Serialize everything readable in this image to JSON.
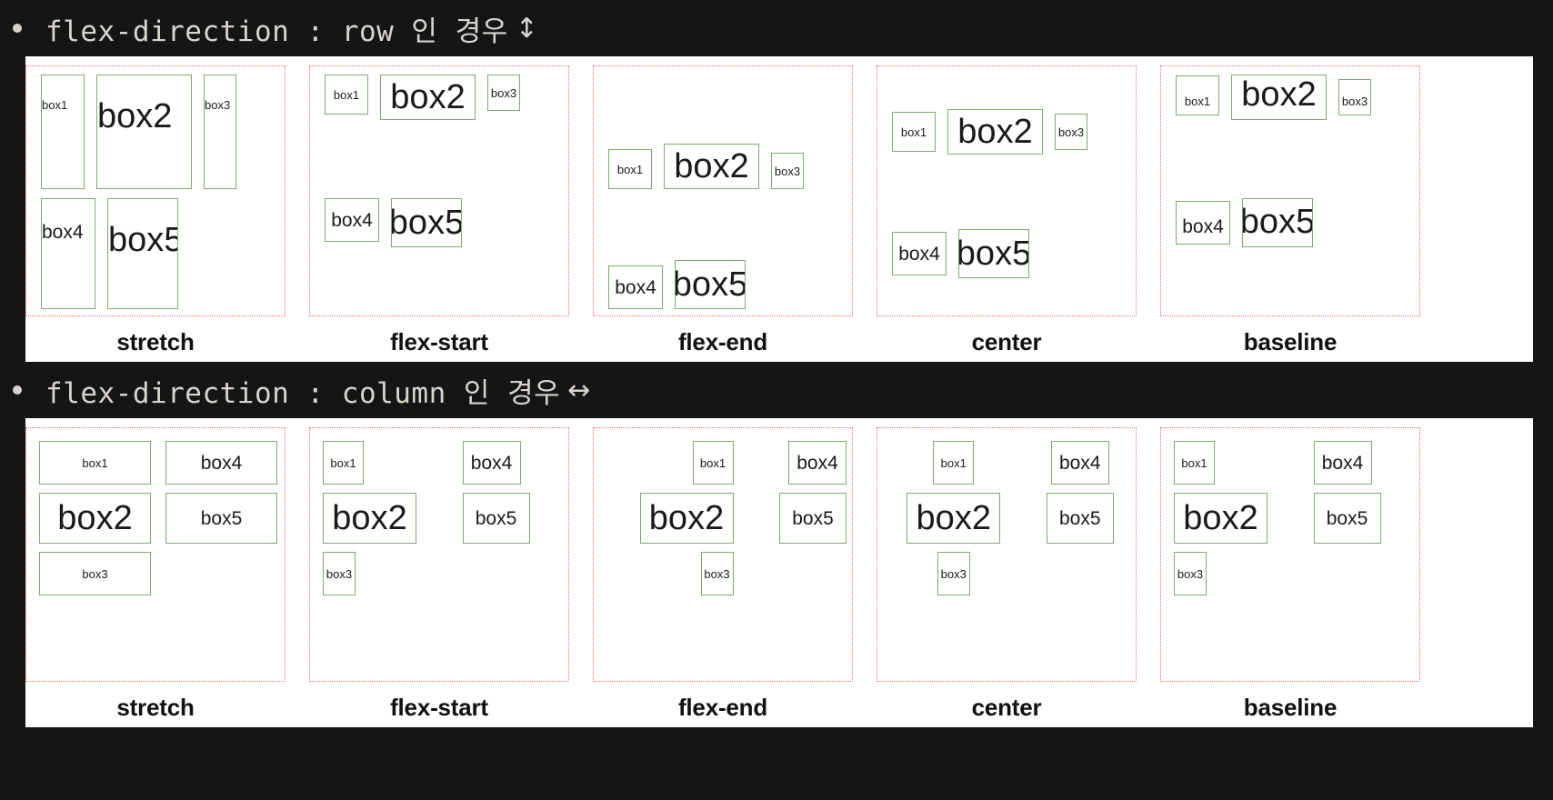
{
  "sections": [
    {
      "id": "row",
      "heading_text": "flex-direction : row 인 경우",
      "heading_arrow": "↕",
      "panels": [
        {
          "label": "stretch",
          "align": "stretch"
        },
        {
          "label": "flex-start",
          "align": "flex-start"
        },
        {
          "label": "flex-end",
          "align": "flex-end"
        },
        {
          "label": "center",
          "align": "center"
        },
        {
          "label": "baseline",
          "align": "baseline"
        }
      ]
    },
    {
      "id": "column",
      "heading_text": "flex-direction : column 인 경우",
      "heading_arrow": "↔",
      "panels": [
        {
          "label": "stretch",
          "align": "stretch"
        },
        {
          "label": "flex-start",
          "align": "flex-start"
        },
        {
          "label": "flex-end",
          "align": "flex-end"
        },
        {
          "label": "center",
          "align": "center"
        },
        {
          "label": "baseline",
          "align": "baseline"
        }
      ]
    }
  ],
  "boxes": {
    "box1": "box1",
    "box2": "box2",
    "box3": "box3",
    "box4": "box4",
    "box5": "box5"
  },
  "colors": {
    "background": "#151515",
    "board": "#ffffff",
    "box_border": "#7bab6e",
    "panel_border": "#f46b6b",
    "heading_text": "#d8d4cd",
    "label_text": "#111111"
  }
}
